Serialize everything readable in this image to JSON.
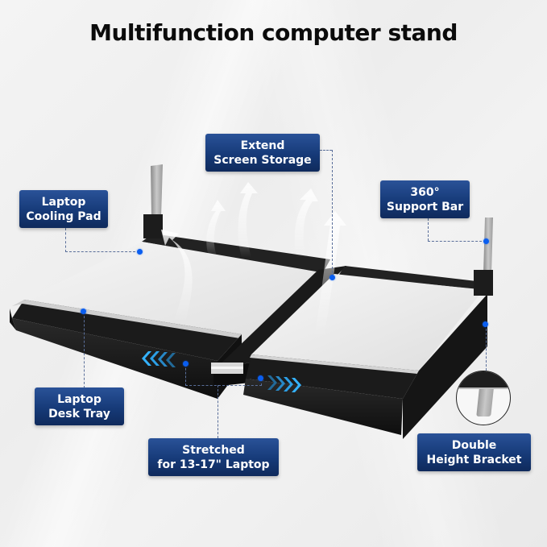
{
  "title": "Multifunction computer stand",
  "labels": {
    "cooling_pad": {
      "line1": "Laptop",
      "line2": "Cooling Pad"
    },
    "screen_storage": {
      "line1": "Extend",
      "line2": "Screen Storage"
    },
    "support_bar": {
      "line1": "360°",
      "line2": "Support Bar"
    },
    "desk_tray": {
      "line1": "Laptop",
      "line2": "Desk Tray"
    },
    "stretched": {
      "line1": "Stretched",
      "line2": "for 13-17\" Laptop"
    },
    "height_bracket": {
      "line1": "Double",
      "line2": "Height Bracket"
    }
  },
  "colors": {
    "label_bg": "#163a78",
    "label_text": "#ffffff",
    "dot": "#0a5ef0",
    "chevron": "#1e8fd6",
    "stand_black": "#1c1c1c",
    "stand_white": "#ececec"
  },
  "icons": [
    "airflow-arrow-icon",
    "chevron-left-icon",
    "chevron-right-icon",
    "callout-dot-icon"
  ]
}
